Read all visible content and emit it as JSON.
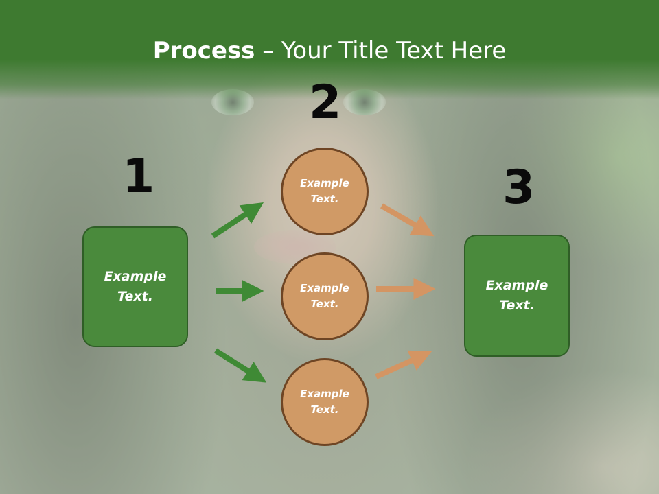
{
  "slide": {
    "title_bold": "Process",
    "title_rest": " – Your Title Text Here"
  },
  "steps": {
    "one": "1",
    "two": "2",
    "three": "3"
  },
  "nodes": {
    "left_box": "Example\nText.",
    "circle_top": "Example\nText.",
    "circle_middle": "Example\nText.",
    "circle_bottom": "Example\nText.",
    "right_box": "Example\nText."
  },
  "colors": {
    "title_bar": "#3e7a30",
    "box_fill": "#4a8a3c",
    "circle_fill": "#d09a66",
    "green_arrow": "#3f8a35",
    "tan_arrow": "#d49563"
  }
}
